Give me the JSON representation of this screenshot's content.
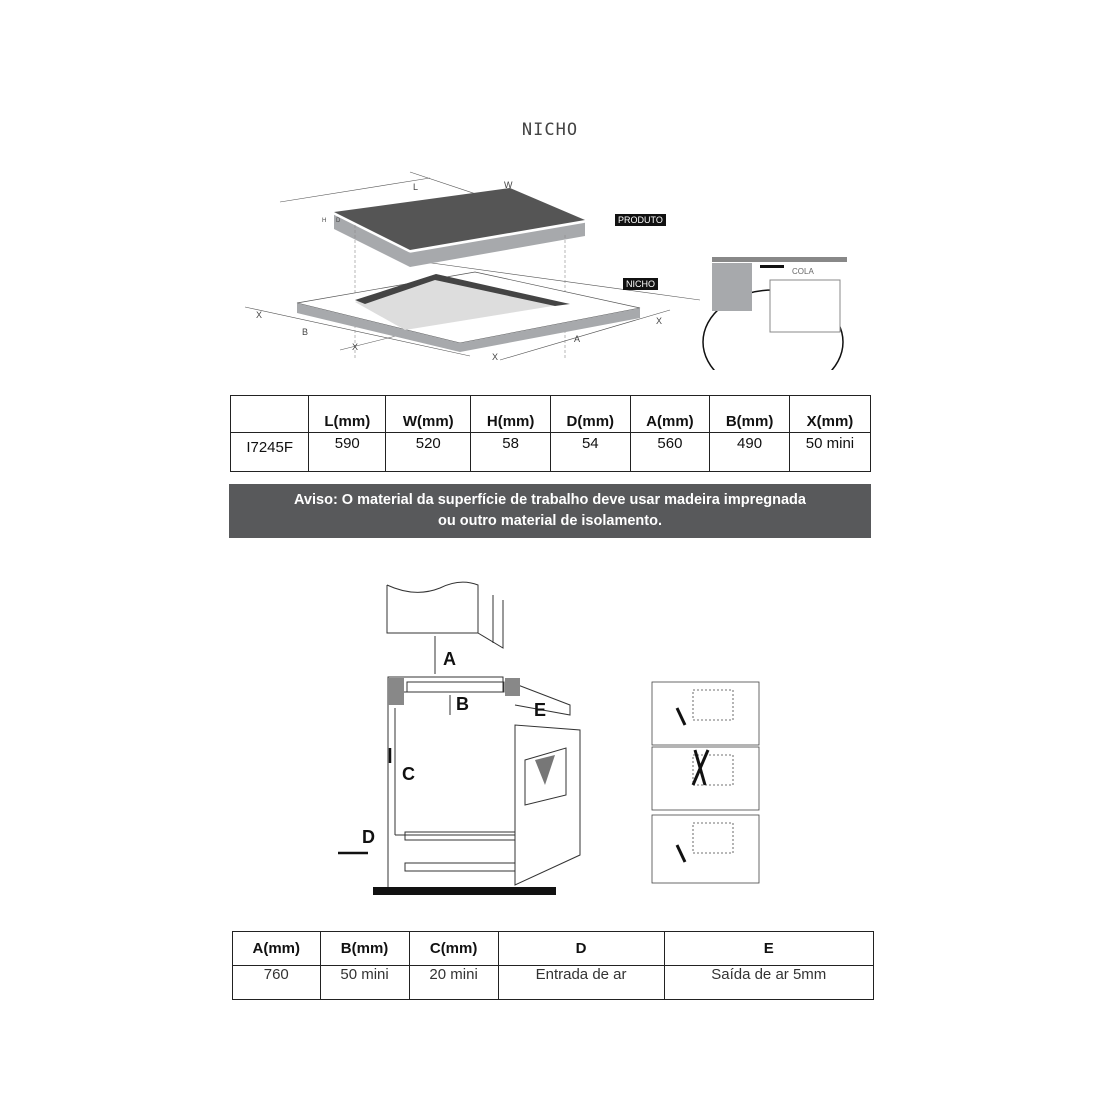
{
  "title": "NICHO",
  "diagram1": {
    "label_produto": "PRODUTO",
    "label_nicho": "NICHO",
    "label_cola": "COLA",
    "dims": {
      "L": "L",
      "W": "W",
      "H": "H",
      "D": "D",
      "A": "A",
      "B": "B",
      "X": "X"
    }
  },
  "table1": {
    "headers": [
      "",
      "L(mm)",
      "W(mm)",
      "H(mm)",
      "D(mm)",
      "A(mm)",
      "B(mm)",
      "X(mm)"
    ],
    "rows": [
      [
        "I7245F",
        "590",
        "520",
        "58",
        "54",
        "560",
        "490",
        "50 mini"
      ]
    ]
  },
  "warning": {
    "line1": "Aviso: O material da superfície de trabalho deve usar madeira impregnada",
    "line2": "ou outro material de isolamento."
  },
  "diagram2": {
    "labels": {
      "A": "A",
      "B": "B",
      "C": "C",
      "D": "D",
      "E": "E"
    }
  },
  "table2": {
    "headers": [
      "A(mm)",
      "B(mm)",
      "C(mm)",
      "D",
      "E"
    ],
    "rows": [
      [
        "760",
        "50 mini",
        "20 mini",
        "Entrada de ar",
        "Saída de ar 5mm"
      ]
    ]
  }
}
